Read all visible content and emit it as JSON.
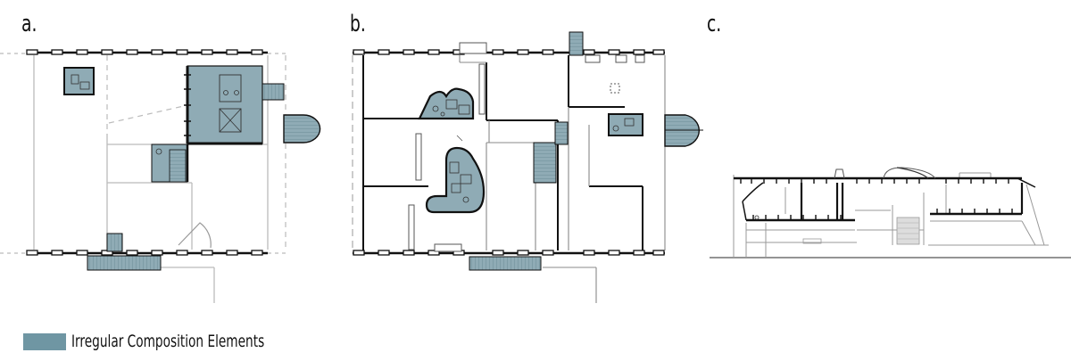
{
  "panels": {
    "a": {
      "label": "a."
    },
    "b": {
      "label": "b."
    },
    "c": {
      "label": "c."
    }
  },
  "legend": {
    "text": "Irregular Composition Elements",
    "color": "#6f96a3"
  },
  "colors": {
    "element_fill": "#8fabb5",
    "element_fill_dark": "#6f96a3",
    "wall": "#111111",
    "grid": "#bdbdbd"
  }
}
